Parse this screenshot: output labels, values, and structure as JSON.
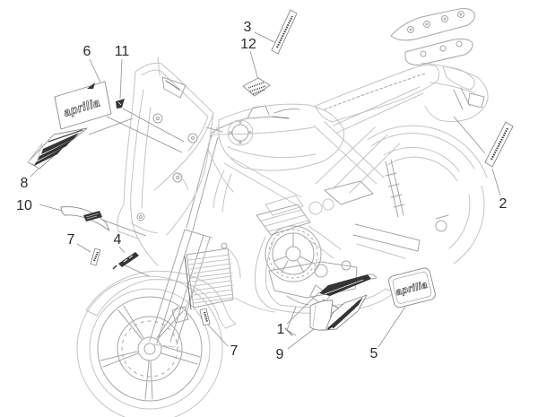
{
  "diagram": {
    "subject": "motorcycle-decal-placement-parts-diagram",
    "background_color": "#ffffff",
    "artwork_line_color": "#c4c4c4",
    "detail_line_color": "#a6a6a6",
    "decal_fill_color": "#353535",
    "label_color": "#2a2a2a"
  },
  "callouts": [
    {
      "id": "callout-1",
      "number": "1"
    },
    {
      "id": "callout-2",
      "number": "2"
    },
    {
      "id": "callout-3",
      "number": "3"
    },
    {
      "id": "callout-4",
      "number": "4"
    },
    {
      "id": "callout-5",
      "number": "5"
    },
    {
      "id": "callout-6",
      "number": "6"
    },
    {
      "id": "callout-7-left-fairing",
      "number": "7"
    },
    {
      "id": "callout-7-front-fork",
      "number": "7"
    },
    {
      "id": "callout-8",
      "number": "8"
    },
    {
      "id": "callout-9",
      "number": "9"
    },
    {
      "id": "callout-10",
      "number": "10"
    },
    {
      "id": "callout-11",
      "number": "11"
    },
    {
      "id": "callout-12",
      "number": "12"
    }
  ],
  "decals": {
    "brand_text": "aprilia"
  }
}
